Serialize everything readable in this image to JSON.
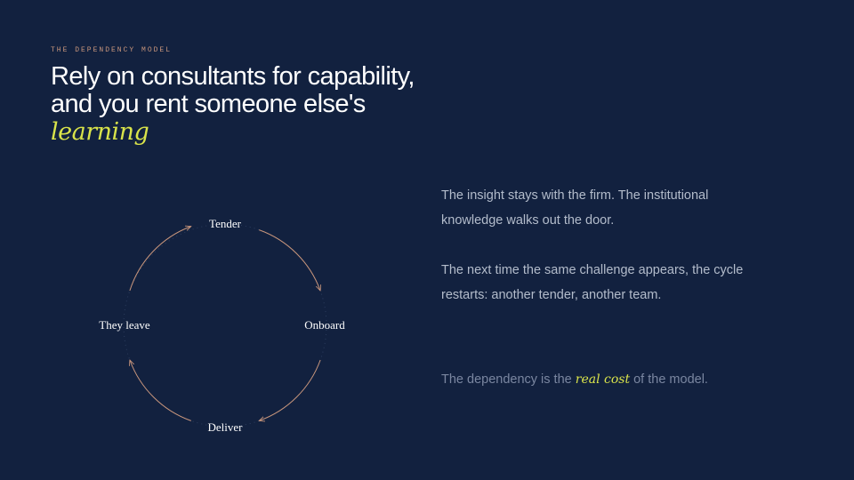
{
  "eyebrow": "THE DEPENDENCY MODEL",
  "title": {
    "line1": "Rely on consultants for capability,",
    "line2": "and you rent someone else's",
    "accent": "learning"
  },
  "cycle": {
    "nodes": [
      {
        "label": "Tender"
      },
      {
        "label": "Onboard"
      },
      {
        "label": "Deliver"
      },
      {
        "label": "They leave"
      }
    ],
    "arrow_color": "#c9967c"
  },
  "body": {
    "p1": "The insight stays with the firm. The institutional knowledge walks out the door.",
    "p2": "The next time the same challenge appears, the cycle restarts: another tender, another team.",
    "p3_before": "The dependency is the ",
    "p3_highlight": "real cost",
    "p3_after": " of the model."
  },
  "colors": {
    "background": "#12213f",
    "accent": "#d9e34a",
    "eyebrow": "#c9967c",
    "body_text": "#b3bccb"
  }
}
